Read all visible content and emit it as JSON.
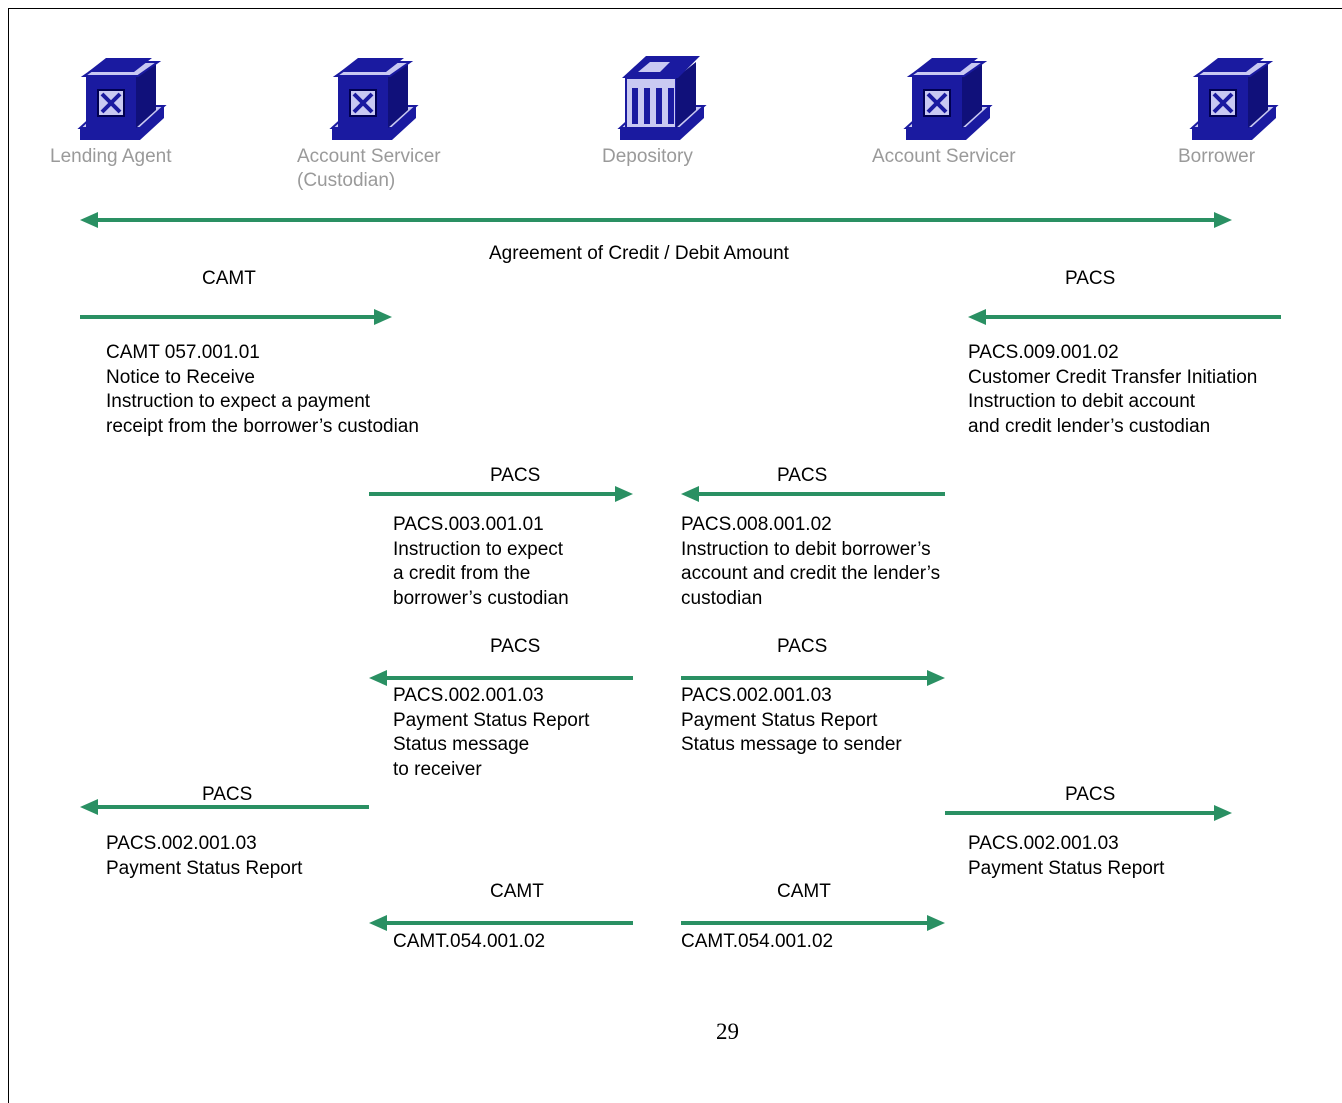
{
  "actors": {
    "lending_agent": "Lending Agent",
    "custodian_1": "Account Servicer",
    "custodian_1_sub": "(Custodian)",
    "depository": "Depository",
    "custodian_2": "Account Servicer",
    "borrower": "Borrower"
  },
  "colors": {
    "arrow": "#2a9063",
    "actor_label": "#9a9a9a",
    "icon_fill": "#1a1aa0",
    "icon_light": "#c9c9f2"
  },
  "icons": {
    "bank": "bank-building-icon",
    "depository": "depository-building-icon"
  },
  "agreement": {
    "label": "Agreement of Credit / Debit Amount"
  },
  "flows": {
    "camt_top": {
      "type": "CAMT",
      "lines": [
        "CAMT 057.001.01",
        "Notice to Receive",
        "Instruction to expect a payment",
        "receipt from the borrower’s custodian"
      ]
    },
    "pacs_top_right": {
      "type": "PACS",
      "lines": [
        "PACS.009.001.02",
        "Customer Credit Transfer Initiation",
        "Instruction to debit account",
        "and credit lender’s custodian"
      ]
    },
    "pacs_003": {
      "type": "PACS",
      "lines": [
        "PACS.003.001.01",
        "Instruction to expect",
        "a credit from the",
        "borrower’s custodian"
      ]
    },
    "pacs_008": {
      "type": "PACS",
      "lines": [
        "PACS.008.001.02",
        "Instruction to debit borrower’s",
        "account and credit the lender’s",
        "custodian"
      ]
    },
    "pacs_002_receiver": {
      "type": "PACS",
      "lines": [
        "PACS.002.001.03",
        "Payment Status Report",
        "Status message",
        "to receiver"
      ]
    },
    "pacs_002_sender": {
      "type": "PACS",
      "lines": [
        "PACS.002.001.03",
        "Payment Status Report",
        "Status message to sender"
      ]
    },
    "pacs_002_left": {
      "type": "PACS",
      "lines": [
        "PACS.002.001.03",
        "Payment Status Report"
      ]
    },
    "pacs_002_right": {
      "type": "PACS",
      "lines": [
        "PACS.002.001.03",
        "Payment Status Report"
      ]
    },
    "camt_054_left": {
      "type": "CAMT",
      "lines": [
        "CAMT.054.001.02"
      ]
    },
    "camt_054_right": {
      "type": "CAMT",
      "lines": [
        "CAMT.054.001.02"
      ]
    }
  },
  "page_number": "29"
}
